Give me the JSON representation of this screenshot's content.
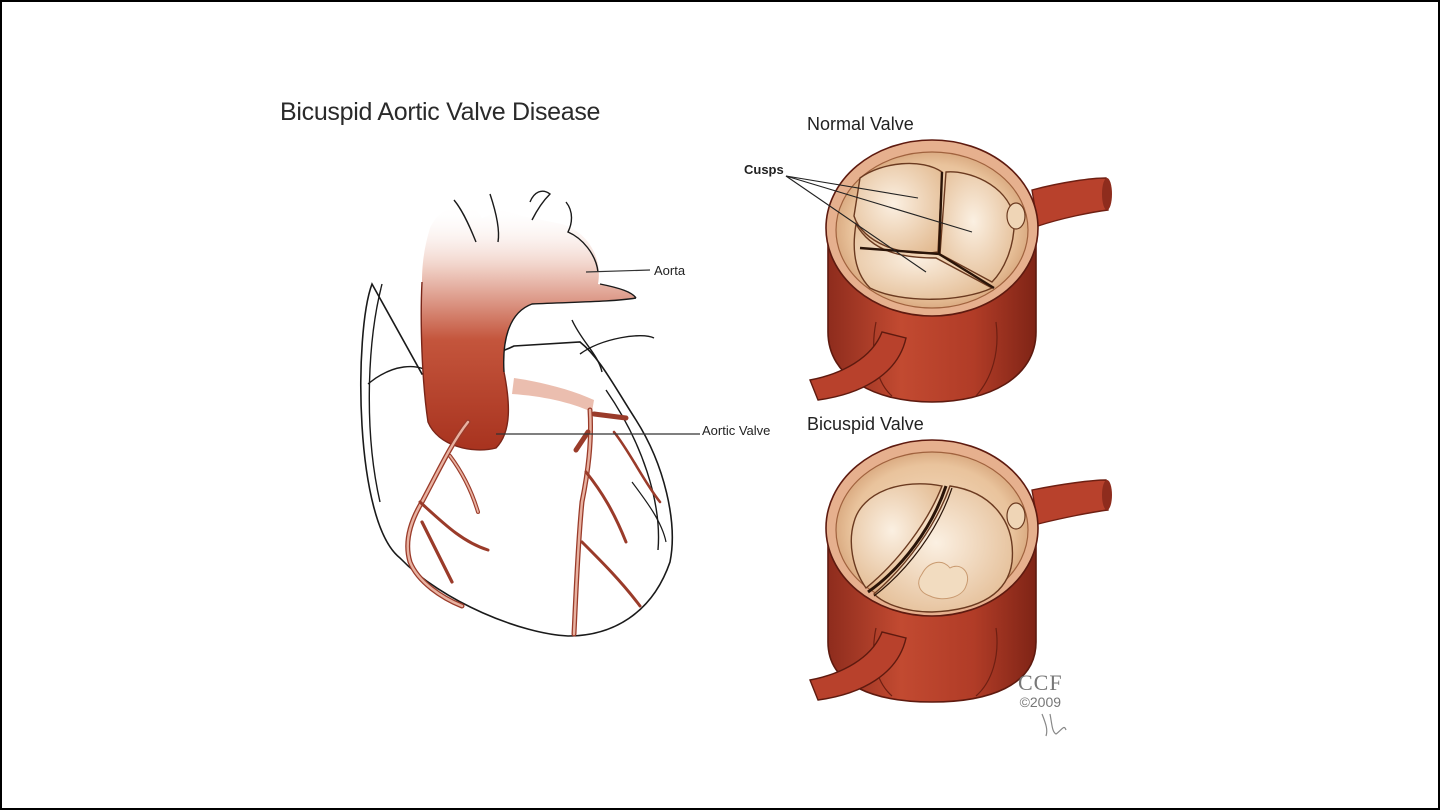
{
  "title": "Bicuspid Aortic Valve Disease",
  "labels": {
    "aorta": "Aorta",
    "aortic_valve": "Aortic Valve",
    "cusps": "Cusps",
    "normal_valve": "Normal Valve",
    "bicuspid_valve": "Bicuspid Valve"
  },
  "credit": {
    "organization": "CCF",
    "year": "©2009"
  },
  "colors": {
    "vessel": "#b8412c",
    "vessel_dark": "#8e2c1d",
    "valve_interior": "#efd2b0",
    "outline": "#1a1a1a"
  }
}
